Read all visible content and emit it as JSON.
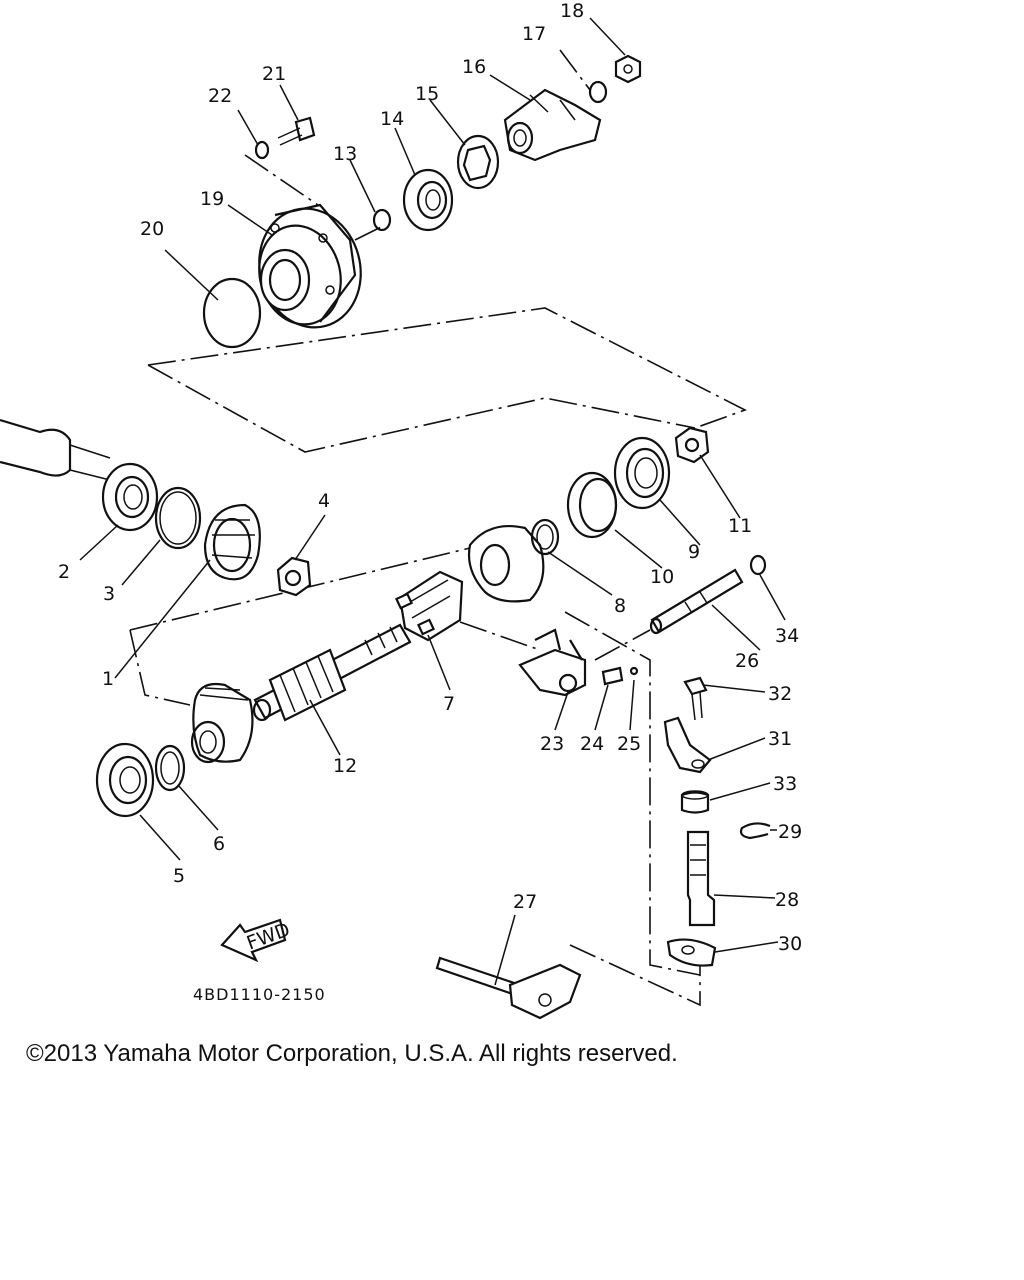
{
  "diagram": {
    "part_numbers": [
      "1",
      "2",
      "3",
      "4",
      "5",
      "6",
      "7",
      "8",
      "9",
      "10",
      "11",
      "12",
      "13",
      "14",
      "15",
      "16",
      "17",
      "18",
      "19",
      "20",
      "21",
      "22",
      "23",
      "24",
      "25",
      "26",
      "27",
      "28",
      "29",
      "30",
      "31",
      "32",
      "33",
      "34"
    ],
    "fwd_label": "FWD",
    "diagram_code": "4BD1110-2150"
  },
  "footer": {
    "copyright": "©2013 Yamaha Motor Corporation, U.S.A. All rights reserved."
  }
}
